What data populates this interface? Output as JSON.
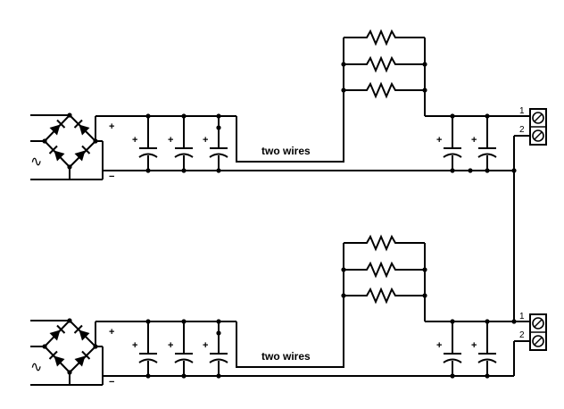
{
  "circuits": [
    {
      "plus_label": "+",
      "minus_label": "−",
      "wire_label": "two wires",
      "cap_plus": "+",
      "terminal_labels": [
        "1",
        "2"
      ]
    },
    {
      "plus_label": "+",
      "minus_label": "−",
      "wire_label": "two wires",
      "cap_plus": "+",
      "terminal_labels": [
        "1",
        "2"
      ]
    }
  ],
  "ac_symbol": "∿",
  "colors": {
    "line": "#000000",
    "background": "#ffffff"
  }
}
